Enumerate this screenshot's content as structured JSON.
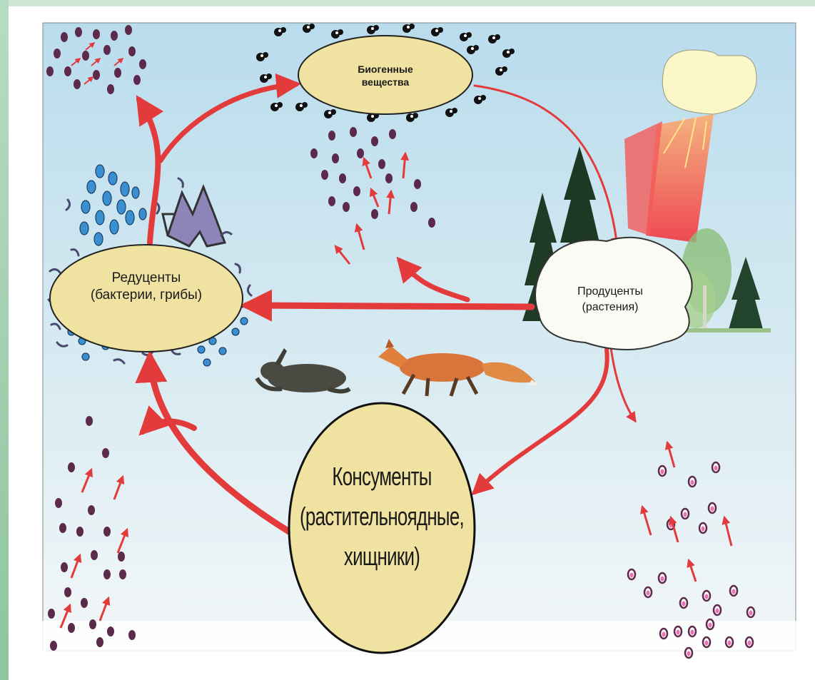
{
  "diagram": {
    "nodes": {
      "biogenic": {
        "line1": "Биогенные",
        "line2": "вещества"
      },
      "reducers": {
        "line1": "Редуценты",
        "line2": "(бактерии, грибы)"
      },
      "producers": {
        "line1": "Продуценты",
        "line2": "(растения)"
      },
      "consumers": {
        "line1": "Консументы",
        "line2": "(растительноядные,",
        "line3": "хищники)"
      }
    },
    "colors": {
      "node_fill": "#f0e2a0",
      "arrow": "#e33b3b",
      "sky_top": "#b8dcec",
      "sky_bottom": "#f4f8fa",
      "particle": "#5c2a4a"
    },
    "icons": [
      "sun-icon",
      "fir-tree-icon",
      "birch-tree-icon",
      "hare-icon",
      "fox-icon",
      "bacteria-icon",
      "fungi-icon",
      "particles-icon"
    ]
  }
}
